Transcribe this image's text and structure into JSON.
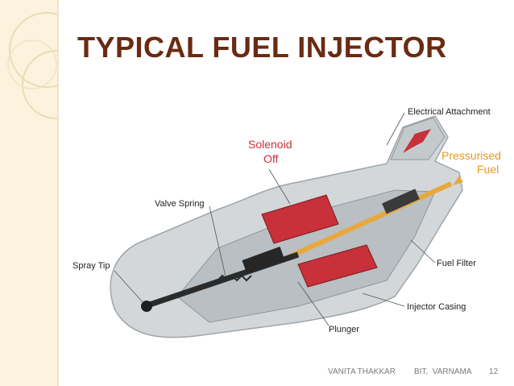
{
  "slide": {
    "title": "TYPICAL FUEL INJECTOR",
    "footer": {
      "author": "VANITA THAKKAR",
      "institute": "BIT,  VARNAMA",
      "page": "12"
    }
  },
  "diagram": {
    "labels": {
      "electrical_attachment": "Electrical Attachment",
      "solenoid_line1": "Solenoid",
      "solenoid_line2": "Off",
      "pressurised_line1": "Pressurised",
      "pressurised_line2": "Fuel",
      "valve_spring": "Valve Spring",
      "spray_tip": "Spray Tip",
      "fuel_filter": "Fuel Filter",
      "injector_casing": "Injector Casing",
      "plunger": "Plunger"
    }
  },
  "colors": {
    "title": "#6b2a12",
    "sidebar": "#fbf3dd",
    "casing": "#cfd3d5",
    "solenoid": "#c8303a",
    "fuel": "#e8a83c"
  }
}
